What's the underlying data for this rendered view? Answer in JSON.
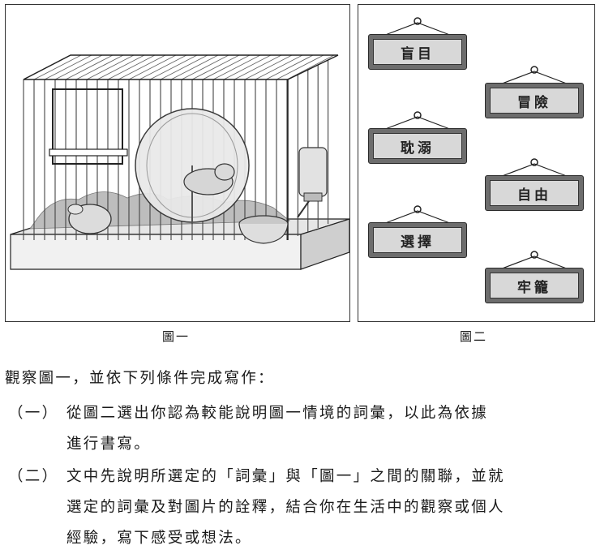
{
  "figure1": {
    "caption": "圖一",
    "illustration": "hamster-cage"
  },
  "figure2": {
    "caption": "圖二",
    "signs": [
      "盲目",
      "冒險",
      "耽溺",
      "自由",
      "選擇",
      "牢籠"
    ]
  },
  "instructions": {
    "intro": "觀察圖一，並依下列條件完成寫作：",
    "conditions": [
      {
        "number": "（一）",
        "line1": "從圖二選出你認為較能說明圖一情境的詞彙，以此為依據",
        "line2": "進行書寫。"
      },
      {
        "number": "（二）",
        "line1": "文中先說明所選定的「詞彙」與「圖一」之間的關聯，並就",
        "line2": "選定的詞彙及對圖片的詮釋，結合你在生活中的觀察或個人",
        "line3": "經驗，寫下感受或想法。"
      }
    ]
  },
  "colors": {
    "sign_board": "#6d6d6d",
    "sign_face": "#d8d8d8",
    "ink": "#1a1a1a"
  }
}
